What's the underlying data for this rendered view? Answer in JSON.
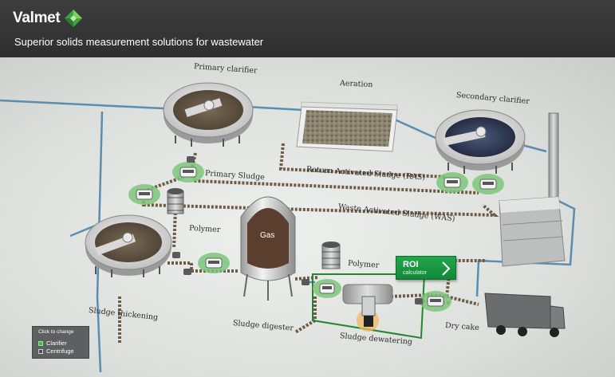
{
  "header": {
    "brand": "Valmet",
    "subtitle": "Superior solids measurement solutions for wastewater"
  },
  "labels": {
    "primary_clarifier": "Primary clarifier",
    "aeration": "Aeration",
    "secondary_clarifier": "Secondary clarifier",
    "primary_sludge": "Primary Sludge",
    "ras": "Return Activated Sludge (RAS)",
    "was": "Waste Activated Sludge (WAS)",
    "polymer_1": "Polymer",
    "polymer_2": "Polymer",
    "gas": "Gas",
    "sludge_thickening": "Sludge thickening",
    "sludge_digester": "Sludge digester",
    "sludge_dewatering": "Sludge dewatering",
    "dry_cake": "Dry cake"
  },
  "roi": {
    "title": "ROI",
    "subtitle": "calculator"
  },
  "toggle": {
    "title": "Click to change",
    "options": [
      {
        "label": "Clarifier",
        "selected": true
      },
      {
        "label": "Centrifuge",
        "selected": false
      }
    ]
  },
  "colors": {
    "brand_green": "#3da23f",
    "sensor_halo": "#7cc67a",
    "water_pipe": "#5b8db0",
    "sludge_pipe": "#6f5a43",
    "header_bg": "#333333",
    "roi_green": "#1a9a42"
  }
}
